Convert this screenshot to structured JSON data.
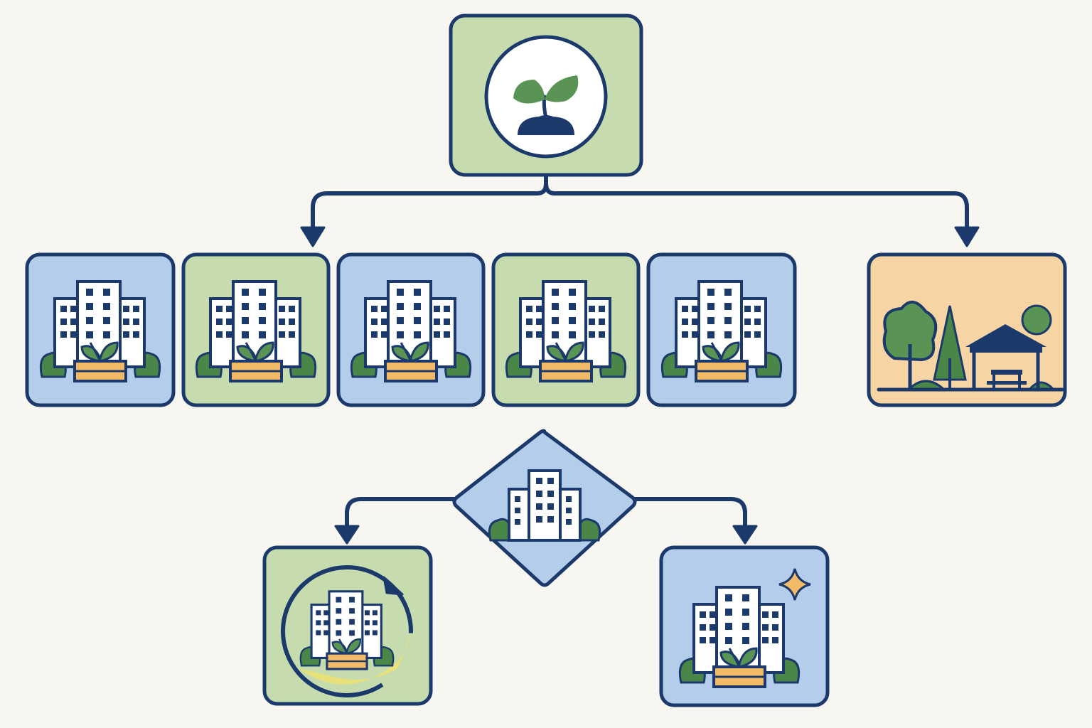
{
  "colors": {
    "background": "#f8f6f1",
    "outline": "#1b3a6b",
    "green_fill": "#c6dcae",
    "blue_fill": "#b3cdea",
    "orange_fill": "#f7d4a3",
    "leaf": "#5a9455",
    "shrub": "#4a8648",
    "planter": "#f2b967",
    "building": "#ffffff",
    "window": "#1b3a6b",
    "highlight": "#e8e07a",
    "sparkle": "#f2b967"
  },
  "nodes": [
    {
      "id": "root",
      "name": "root-node",
      "fill": "green",
      "icon": "seedling-icon",
      "interactable": false
    },
    {
      "id": "c1",
      "name": "building-garden-node-1",
      "fill": "blue",
      "icon": "building-garden-icon"
    },
    {
      "id": "c2",
      "name": "building-garden-node-2",
      "fill": "green",
      "icon": "building-garden-icon"
    },
    {
      "id": "c3",
      "name": "building-garden-node-3",
      "fill": "blue",
      "icon": "building-garden-icon"
    },
    {
      "id": "c4",
      "name": "building-garden-node-4",
      "fill": "green",
      "icon": "building-garden-icon"
    },
    {
      "id": "c5",
      "name": "building-garden-node-5",
      "fill": "blue",
      "icon": "building-garden-icon"
    },
    {
      "id": "park",
      "name": "park-node",
      "fill": "orange",
      "icon": "park-pavilion-icon"
    },
    {
      "id": "decision",
      "name": "decision-node",
      "fill": "blue",
      "icon": "building-shrubs-icon",
      "shape": "diamond"
    },
    {
      "id": "cycle",
      "name": "renewal-node",
      "fill": "green",
      "icon": "cycle-building-icon"
    },
    {
      "id": "sparkle",
      "name": "improved-building-node",
      "fill": "blue",
      "icon": "sparkle-building-icon"
    }
  ],
  "edges": [
    {
      "from": "root",
      "to": "c2"
    },
    {
      "from": "root",
      "to": "park"
    },
    {
      "from": "decision",
      "to": "cycle"
    },
    {
      "from": "decision",
      "to": "sparkle"
    }
  ]
}
